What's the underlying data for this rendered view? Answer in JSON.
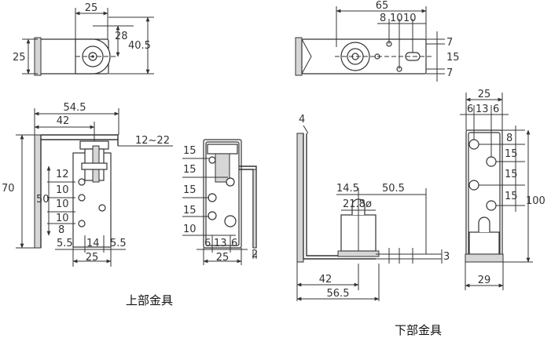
{
  "captions": {
    "upper": "上部金具",
    "lower": "下部金具"
  },
  "upper_top": {
    "d_width": "25",
    "d_inner": "28",
    "d_height": "40.5",
    "d_left": "25"
  },
  "upper_front": {
    "d_total": "54.5",
    "d_42": "42",
    "d_range": "12~22",
    "d_70": "70",
    "d_50": "50",
    "d_12": "12",
    "d_10a": "10",
    "d_10b": "10",
    "d_10c": "10",
    "d_8": "8",
    "d_55a": "5.5",
    "d_14": "14",
    "d_55b": "5.5",
    "d_25": "25"
  },
  "upper_side": {
    "d_15a": "15",
    "d_15b": "15",
    "d_15c": "15",
    "d_15d": "15",
    "d_10": "10",
    "d_6a": "6",
    "d_13": "13",
    "d_6b": "6",
    "d_25": "25",
    "d_2": "2"
  },
  "lower_top": {
    "d_65": "65",
    "d_8": "8",
    "d_10a": "10",
    "d_10b": "10",
    "d_7a": "7",
    "d_15": "15",
    "d_7b": "7"
  },
  "lower_front": {
    "d_4": "4",
    "d_145": "14.5",
    "d_505": "50.5",
    "d_218": "21.8ø",
    "d_3": "3",
    "d_42": "42",
    "d_565": "56.5"
  },
  "lower_side": {
    "d_25": "25",
    "d_6a": "6",
    "d_13": "13",
    "d_6b": "6",
    "d_8": "8",
    "d_15a": "15",
    "d_15b": "15",
    "d_15c": "15",
    "d_100": "100",
    "d_29": "29"
  }
}
